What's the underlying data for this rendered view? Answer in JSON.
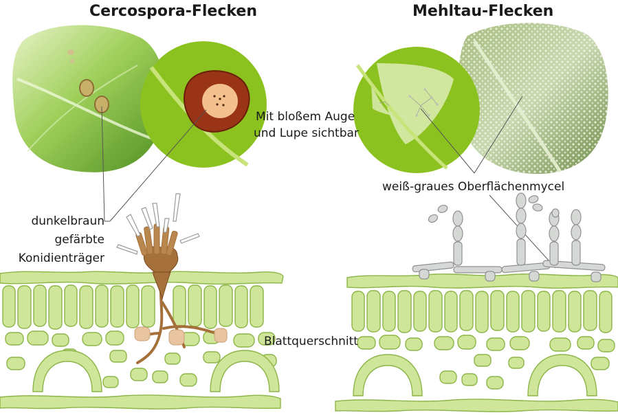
{
  "titles": {
    "left": "Cercospora-Flecken",
    "right": "Mehltau-Flecken"
  },
  "labels": {
    "visible_line1": "Mit bloßem Auge",
    "visible_line2": "und Lupe sichtbar",
    "mycel": "weiß-graues Oberflächenmycel",
    "conidia_line1": "dunkelbraun",
    "conidia_line2": "gefärbte",
    "conidia_line3": "Konidienträger",
    "section": "Blattquerschnitt"
  },
  "colors": {
    "leaf_green": "#8cc21f",
    "cell_fill": "#cfe59a",
    "cell_stroke": "#8cb548",
    "lesion_brown": "#9a3416",
    "lesion_center": "#f4c08e",
    "fungus_brown": "#a5703a",
    "mildew_grey": "#d6d8d6",
    "text": "#1a1a1a"
  }
}
